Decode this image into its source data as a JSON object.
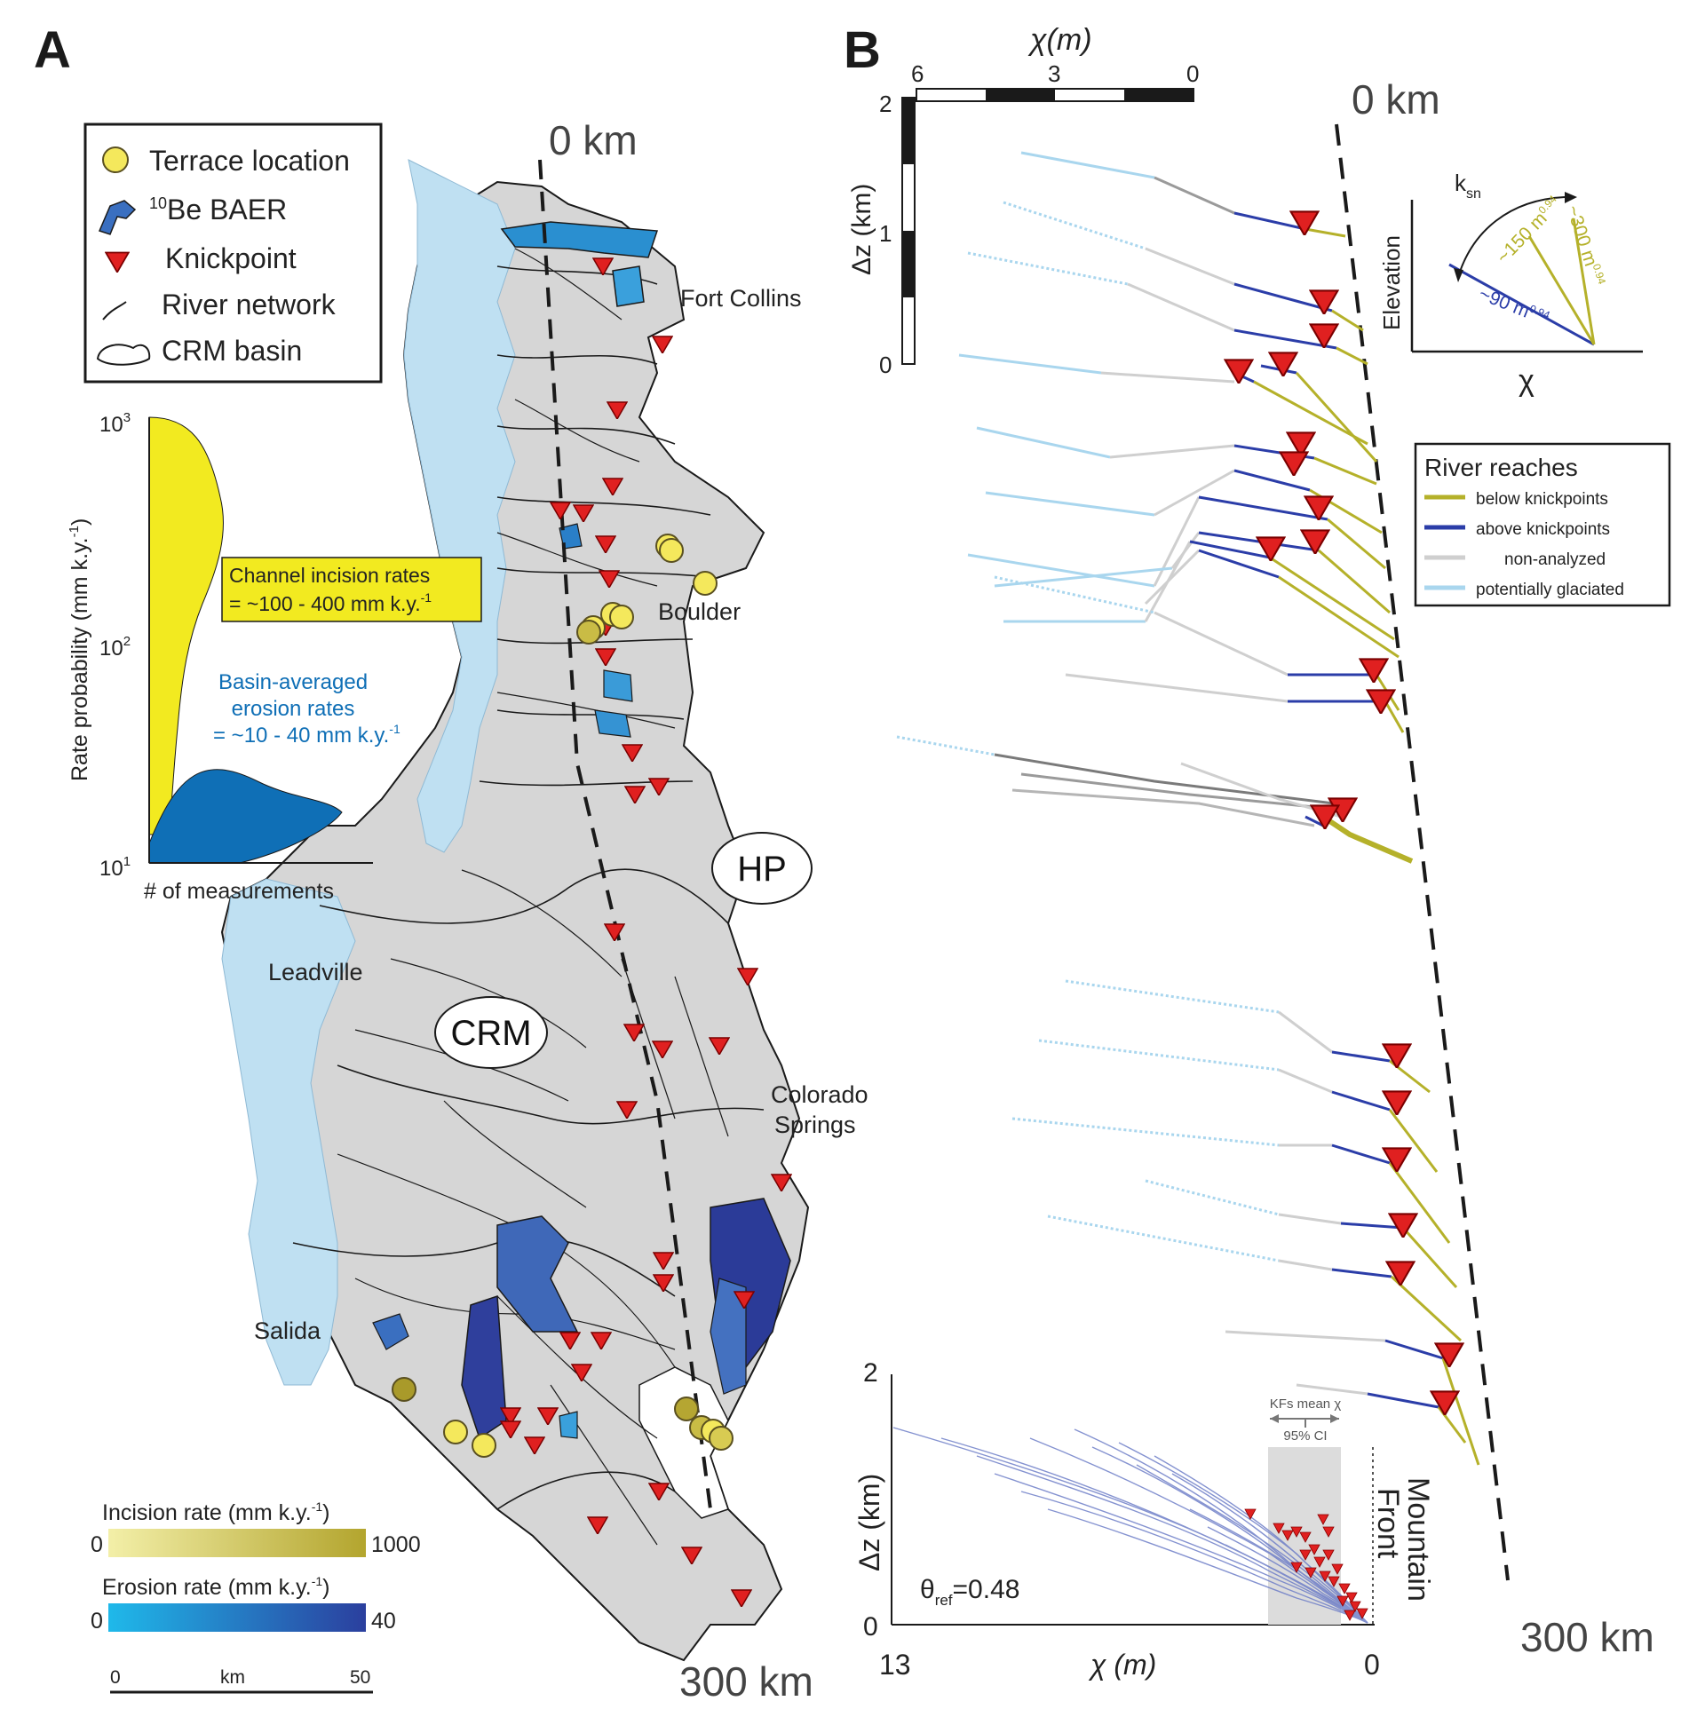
{
  "panel_a": {
    "letter": "A",
    "legend": [
      {
        "label": "Terrace location",
        "icon": "terrace-circle-icon"
      },
      {
        "label_sup": "10",
        "label": "Be BAER",
        "icon": "baer-basin-icon"
      },
      {
        "label": "Knickpoint",
        "icon": "knickpoint-triangle-icon"
      },
      {
        "label": "River network",
        "icon": "river-line-icon"
      },
      {
        "label": "CRM basin",
        "icon": "basin-outline-icon"
      }
    ],
    "inset": {
      "ylabel": "Rate probability (mm k.y.",
      "ylabel_sup": "-1",
      "ylabel_end": ")",
      "yticks": [
        {
          "base": "10",
          "exp": "3"
        },
        {
          "base": "10",
          "exp": "2"
        },
        {
          "base": "10",
          "exp": "1"
        }
      ],
      "xlabel": "# of measurements",
      "incision_box_l1": "Channel incision rates",
      "incision_box_l2": "= ~100 - 400 mm k.y.",
      "incision_box_sup": "-1",
      "erosion_l1": "Basin-averaged",
      "erosion_l2": "erosion rates",
      "erosion_l3": "= ~10 - 40 mm k.y.",
      "erosion_sup": "-1"
    },
    "places": {
      "fort_collins": "Fort Collins",
      "boulder": "Boulder",
      "leadville": "Leadville",
      "salida": "Salida",
      "colorado": "Colorado",
      "springs": "Springs",
      "hp": "HP",
      "crm": "CRM"
    },
    "km_top": "0 km",
    "km_bottom": "300 km",
    "incision_scale": {
      "title": "Incision rate (mm k.y.",
      "sup": "-1",
      "close": ")",
      "min": "0",
      "max": "1000"
    },
    "erosion_scale": {
      "title": "Erosion rate (mm k.y.",
      "sup": "-1",
      "close": ")",
      "min": "0",
      "max": "40"
    },
    "scalebar": {
      "left": "0",
      "mid": "km",
      "right": "50"
    }
  },
  "panel_b": {
    "letter": "B",
    "chi_label": "χ(m)",
    "chi_ticks": [
      "6",
      "3",
      "0"
    ],
    "dz_label": "Δz (km)",
    "dz_ticks": [
      "2",
      "1",
      "0"
    ],
    "km_top": "0 km",
    "km_bottom": "300 km",
    "ksn_inset": {
      "ksn": "k",
      "ksn_sub": "sn",
      "ylabel": "Elevation",
      "xlabel": "χ",
      "v300": "~300 m",
      "v150": "~150 m",
      "v90": "~90 m",
      "exp": "0.94"
    },
    "reach_legend": {
      "title": "River reaches",
      "items": [
        {
          "label": "below knickpoints",
          "color": "#b5b12a"
        },
        {
          "label": "above knickpoints",
          "color": "#2b3da8"
        },
        {
          "label": "non-analyzed",
          "color": "#cfcfcf"
        },
        {
          "label": "potentially glaciated",
          "color": "#a9d6ee"
        }
      ]
    },
    "bottom_inset": {
      "y_top": "2",
      "y_bottom": "0",
      "ylabel": "Δz (km)",
      "x_left": "13",
      "x_right": "0",
      "xlabel": "χ (m)",
      "theta": "θ",
      "theta_sub": "ref",
      "theta_val": "=0.48",
      "kf_label": "KFs mean χ",
      "ci_label": "95% CI",
      "mountain": "Mountain",
      "front": "Front"
    }
  },
  "colors": {
    "terrace": "#f4e85c",
    "knickpoint": "#e02020",
    "glaciated": "#bfe0f2",
    "basin_fill": "#d6d6d6",
    "below_knick": "#b5b12a",
    "above_knick": "#2b3da8",
    "incision_yellow": "#f2ea20",
    "erosion_blue": "#0f6fb6"
  }
}
